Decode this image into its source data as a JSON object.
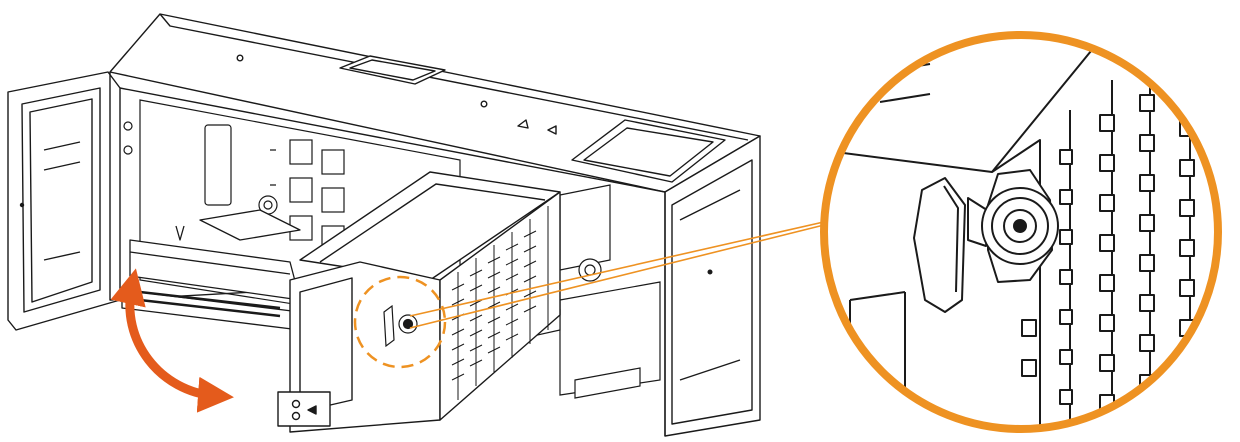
{
  "colors": {
    "background": "#ffffff",
    "line_art": "#1a1a1a",
    "accent_orange": "#ee9222",
    "arrow_orange": "#e45b1c"
  },
  "illustration": {
    "subject": "unit-in-chassis",
    "annotations": {
      "highlight": "dashed-circle",
      "inset": "magnified-detail",
      "arrow": "curved-double-arrow"
    }
  }
}
